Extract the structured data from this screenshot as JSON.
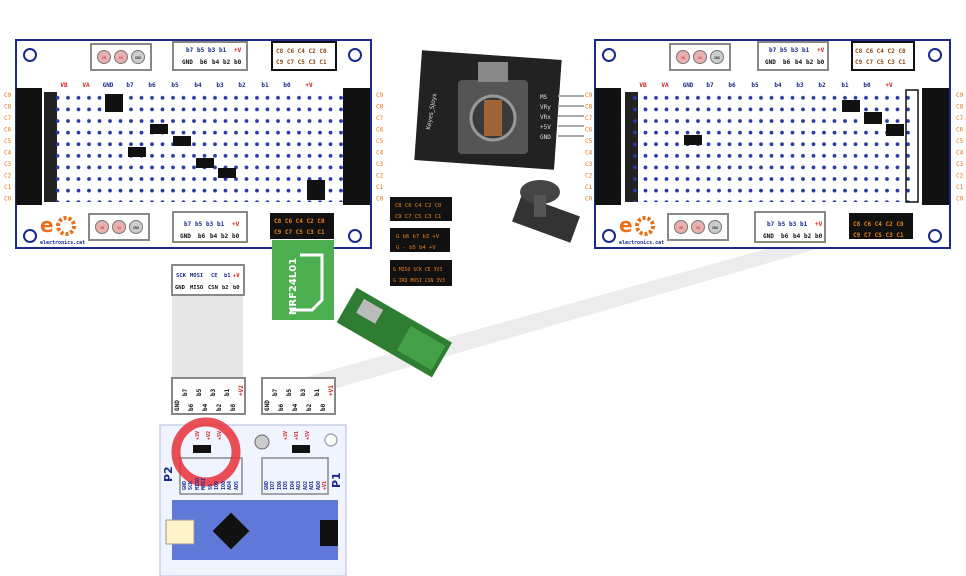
{
  "row_labels": [
    "C9",
    "C8",
    "C7",
    "C6",
    "C5",
    "C4",
    "C3",
    "C2",
    "C1",
    "C0"
  ],
  "board_col_labels": [
    "VB",
    "VA",
    "GND",
    "b7",
    "b6",
    "b5",
    "b4",
    "b3",
    "b2",
    "b1",
    "b0",
    "+V"
  ],
  "board_top_connector": {
    "row1": [
      "b7",
      "b5",
      "b3",
      "b1",
      "+V"
    ],
    "row2": [
      "GND",
      "b6",
      "b4",
      "b2",
      "b0"
    ]
  },
  "board_bottom_connector": {
    "row1": [
      "b7",
      "b5",
      "b3",
      "b1",
      "+V"
    ],
    "row2": [
      "GND",
      "b6",
      "b4",
      "b2",
      "b0"
    ]
  },
  "c_connector": {
    "row1": "C8 C6 C4 C2 C0",
    "row2": "C9 C7 C5 C3 C1"
  },
  "round_pads": [
    "VB",
    "VA",
    "GND"
  ],
  "logo_text": "electronics.cat",
  "nrf_module_label": "NRF24L01",
  "nrf_strip": {
    "row1": [
      "SCK",
      "MOSI",
      "CE",
      "b1",
      "+V"
    ],
    "row2": [
      "GND",
      "MISO",
      "CSN",
      "b2",
      "b0"
    ]
  },
  "center_label_1": {
    "row1": "C8 C6 C4 C2 C0",
    "row2": "C9 C7 C5 C3 C1"
  },
  "center_label_2": {
    "row1": "G b6 b7 b3 +V",
    "row2": "G - b5 b4 +V"
  },
  "center_label_3": {
    "row1": "G MISO SCK CE 3V3",
    "row2": "G IRQ MOSI CSN 3V3"
  },
  "joystick_pins": [
    "MS",
    "VRy",
    "VRx",
    "+5V",
    "GND"
  ],
  "joystick_brand": "Keyes_SJoys",
  "port_left": [
    "GND",
    "b7",
    "b6",
    "b5",
    "b4",
    "b3",
    "b2",
    "b1",
    "b8",
    "+V2"
  ],
  "port_right": [
    "GND",
    "b7",
    "b6",
    "b5",
    "b4",
    "b3",
    "b2",
    "b1",
    "b0",
    "+V1"
  ],
  "mcu": {
    "p2_label": "P2",
    "p1_label": "P1",
    "jumper_left": [
      "+3V",
      "+V2",
      "+5V"
    ],
    "jumper_right": [
      "+3V",
      "+V1",
      "+5V"
    ],
    "header_left_top": [
      "GND",
      "SCK",
      "MISO",
      "MOSI",
      "SS",
      "IO9",
      "IO8",
      "AD4",
      "AD5"
    ],
    "header_right": [
      "GND",
      "IO7",
      "IO6",
      "IO5",
      "IO4",
      "AD3",
      "AD2",
      "AD1",
      "AD0",
      "+V1"
    ]
  },
  "colors": {
    "board_border": "#1a2a8c",
    "wire": "#e8701a",
    "dot": "#2a3aa8",
    "label_bg": "#111111",
    "label_text": "#f0801a",
    "nrf_green": "#4caf50",
    "highlight": "#e8303a"
  }
}
